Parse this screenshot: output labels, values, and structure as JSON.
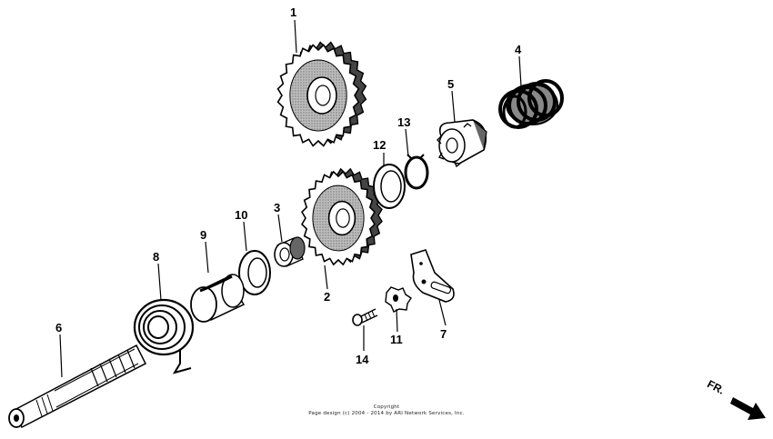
{
  "callouts": [
    {
      "id": "1",
      "label": "1"
    },
    {
      "id": "2",
      "label": "2"
    },
    {
      "id": "3",
      "label": "3"
    },
    {
      "id": "4",
      "label": "4"
    },
    {
      "id": "5",
      "label": "5"
    },
    {
      "id": "6",
      "label": "6"
    },
    {
      "id": "7",
      "label": "7"
    },
    {
      "id": "8",
      "label": "8"
    },
    {
      "id": "9",
      "label": "9"
    },
    {
      "id": "10",
      "label": "10"
    },
    {
      "id": "11",
      "label": "11"
    },
    {
      "id": "12",
      "label": "12"
    },
    {
      "id": "13",
      "label": "13"
    },
    {
      "id": "14",
      "label": "14"
    }
  ],
  "direction_label": "FR.",
  "copyright": {
    "line1": "Copyright",
    "line2": "Page design (c) 2004 - 2014 by ARI Network Services, Inc."
  },
  "colors": {
    "ink": "#000000",
    "paper": "#ffffff",
    "shade": "#9a9a9a"
  }
}
